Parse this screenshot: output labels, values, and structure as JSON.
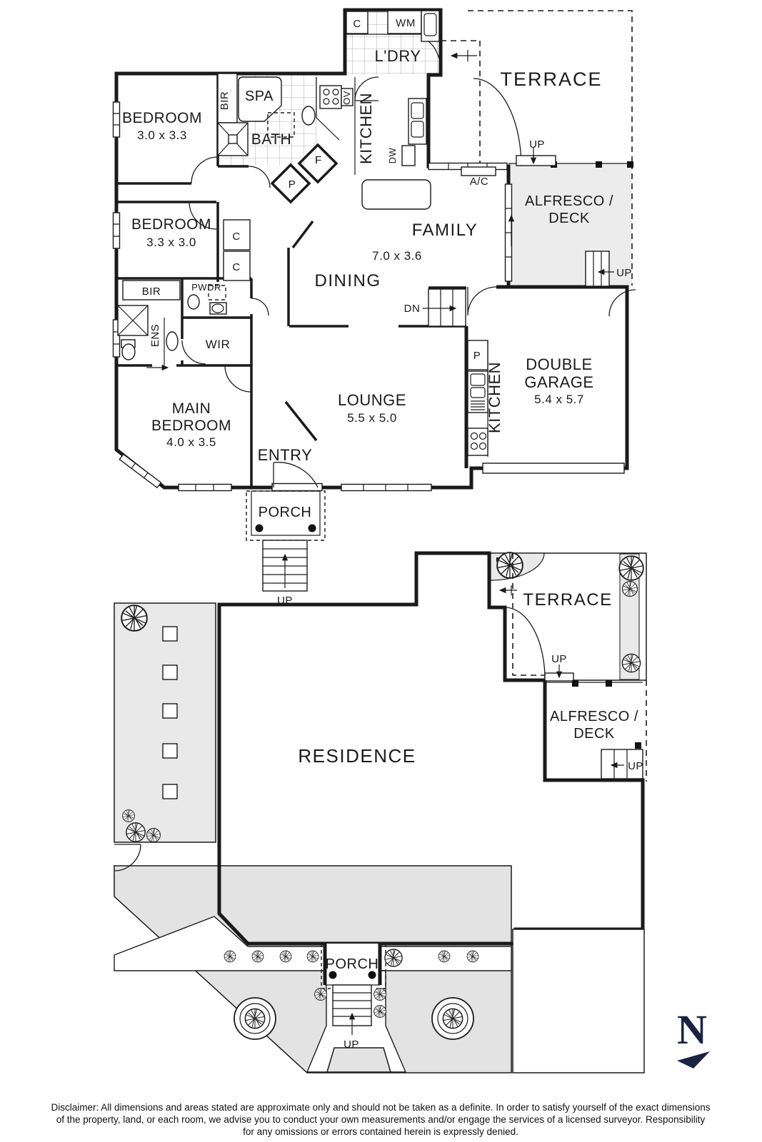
{
  "floor_plan": {
    "laundry": {
      "label": "L'DRY",
      "closet": "C",
      "washer": "WM"
    },
    "terrace": {
      "label": "TERRACE",
      "up": "UP"
    },
    "kitchen": {
      "label": "KITCHEN",
      "oven": "OV",
      "dishwasher": "DW"
    },
    "bath": {
      "label": "BATH",
      "spa": "SPA",
      "robe": "BIR"
    },
    "fridge": "F",
    "pantry": "P",
    "bedroom1": {
      "label": "BEDROOM",
      "dim": "3.0 x 3.3"
    },
    "bedroom2": {
      "label": "BEDROOM",
      "dim": "3.3 x 3.0"
    },
    "closet1": "C",
    "closet2": "C",
    "family": {
      "label": "FAMILY",
      "dim": "7.0 x 3.6"
    },
    "ac": "A/C",
    "alfresco": {
      "line1": "ALFRESCO /",
      "line2": "DECK",
      "up": "UP"
    },
    "dining": {
      "label": "DINING"
    },
    "stairs_dn": "DN",
    "robe2": "BIR",
    "powder": "PWDR",
    "ensuite": "ENS",
    "wir": "WIR",
    "main_bedroom": {
      "line1": "MAIN",
      "line2": "BEDROOM",
      "dim": "4.0 x 3.5"
    },
    "entry": "ENTRY",
    "lounge": {
      "label": "LOUNGE",
      "dim": "5.5 x 5.0"
    },
    "pantry2": "P",
    "kitchen2": "KITCHEN",
    "garage": {
      "line1": "DOUBLE",
      "line2": "GARAGE",
      "dim": "5.4 x 5.7"
    },
    "porch": {
      "label": "PORCH",
      "up": "UP"
    }
  },
  "site_plan": {
    "residence": "RESIDENCE",
    "terrace": {
      "label": "TERRACE",
      "up": "UP"
    },
    "alfresco": {
      "line1": "ALFRESCO /",
      "line2": "DECK",
      "up": "UP"
    },
    "porch": {
      "label": "PORCH",
      "up": "UP"
    }
  },
  "compass": {
    "north": "N"
  },
  "disclaimer": {
    "line1": "Disclaimer: All dimensions and areas stated are approximate only and should not be taken as a definite. In order to satisfy yourself of the exact dimensions",
    "line2": "of the property, land, or each room, we advise you to conduct your own measurements and/or engage the services of a licensed surveyor. Responsibility",
    "line3": "for any omissions or errors contained herein is expressly denied."
  }
}
